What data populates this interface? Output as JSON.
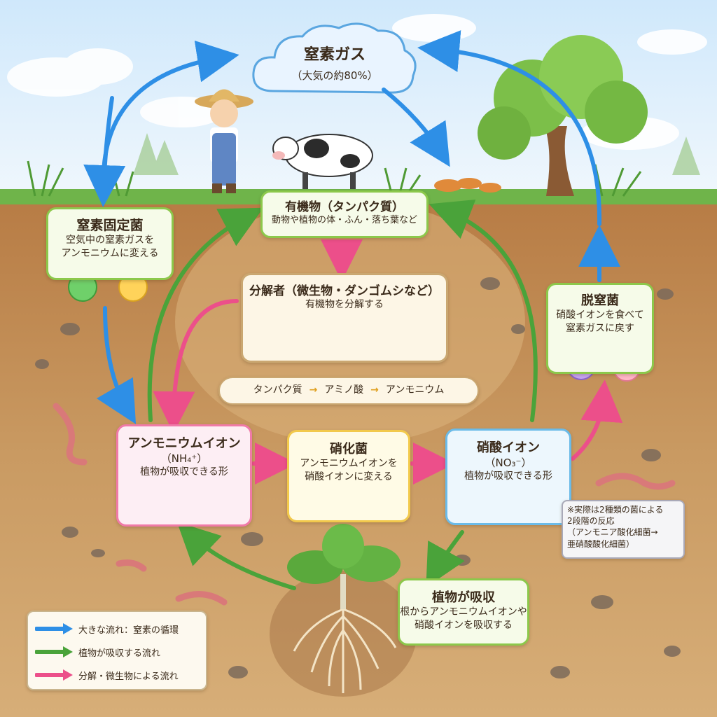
{
  "nitrogen_gas": {
    "title": "窒素ガス",
    "subtitle": "（大気の約80%）"
  },
  "fixing_bacteria": {
    "title": "窒素固定菌",
    "line1": "空気中の窒素ガスを",
    "line2": "アンモニウムに変える"
  },
  "organic_matter": {
    "title": "有機物（タンパク質）",
    "subtitle": "動物や植物の体・ふん・落ち葉など"
  },
  "decomposers": {
    "title": "分解者（微生物・ダンゴムシなど）",
    "subtitle": "有機物を分解する"
  },
  "decomposition_chain": [
    "タンパク質",
    "アミノ酸",
    "アンモニウム"
  ],
  "ammonium_ion": {
    "title": "アンモニウムイオン",
    "formula": "（NH₄⁺）",
    "subtitle": "植物が吸収できる形"
  },
  "nitrifying_bacteria": {
    "title": "硝化菌",
    "line1": "アンモニウムイオンを",
    "line2": "硝酸イオンに変える"
  },
  "nitrate_ion": {
    "title": "硝酸イオン",
    "formula": "（NO₃⁻）",
    "subtitle": "植物が吸収できる形"
  },
  "denitrifying_bacteria": {
    "title": "脱窒菌",
    "line1": "硝酸イオンを食べて",
    "line2": "窒素ガスに戻す"
  },
  "plant_absorption": {
    "title": "植物が吸収",
    "line1": "根からアンモニウムイオンや",
    "line2": "硝酸イオンを吸収する"
  },
  "note": {
    "line1": "※実際は2種類の菌による",
    "line2": "2段階の反応",
    "line3": "（アンモニア酸化細菌→",
    "line4": "亜硝酸酸化細菌）"
  },
  "legend": [
    {
      "label": "大きな流れ：窒素の循環",
      "color": "#2e8fe6"
    },
    {
      "label": "植物が吸収する流れ",
      "color": "#4aa33a"
    },
    {
      "label": "分解・微生物による流れ",
      "color": "#ec4f8a"
    }
  ],
  "colors": {
    "blue_flow": "#2e8fe6",
    "green_flow": "#4aa33a",
    "pink_flow": "#ec4f8a",
    "soil": "#c8955c",
    "sky": "#dcefff"
  }
}
